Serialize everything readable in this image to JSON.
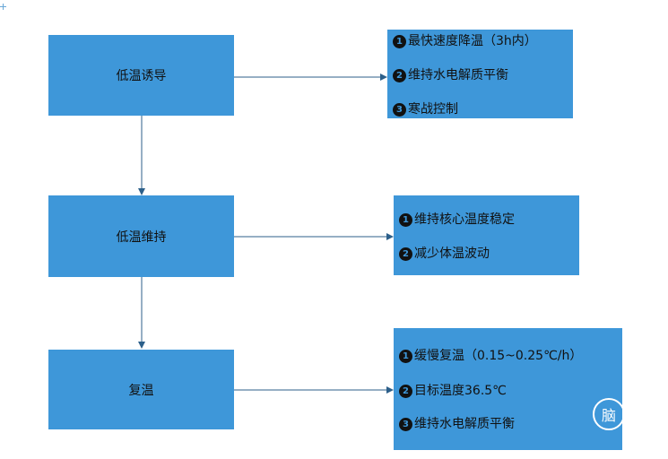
{
  "steps": {
    "induction": "低温诱导",
    "maintenance": "低温维持",
    "rewarming": "复温"
  },
  "notes": {
    "induction": [
      {
        "marker": "1",
        "text": "最快速度降温（3h内）"
      },
      {
        "marker": "2",
        "text": "维持水电解质平衡"
      },
      {
        "marker": "3",
        "text": "寒战控制"
      }
    ],
    "maintenance": [
      {
        "marker": "1",
        "text": "维持核心温度稳定"
      },
      {
        "marker": "2",
        "text": "减少体温波动"
      }
    ],
    "rewarming": [
      {
        "marker": "1",
        "text": "缓慢复温（0.15~0.25℃/h）"
      },
      {
        "marker": "2",
        "text": "目标温度36.5℃"
      },
      {
        "marker": "3",
        "text": " 维持水电解质平衡"
      }
    ]
  },
  "watermark": "脑",
  "colors": {
    "box_fill": "#3e97d9",
    "connector": "#2c5f8a",
    "text": "#111111"
  }
}
